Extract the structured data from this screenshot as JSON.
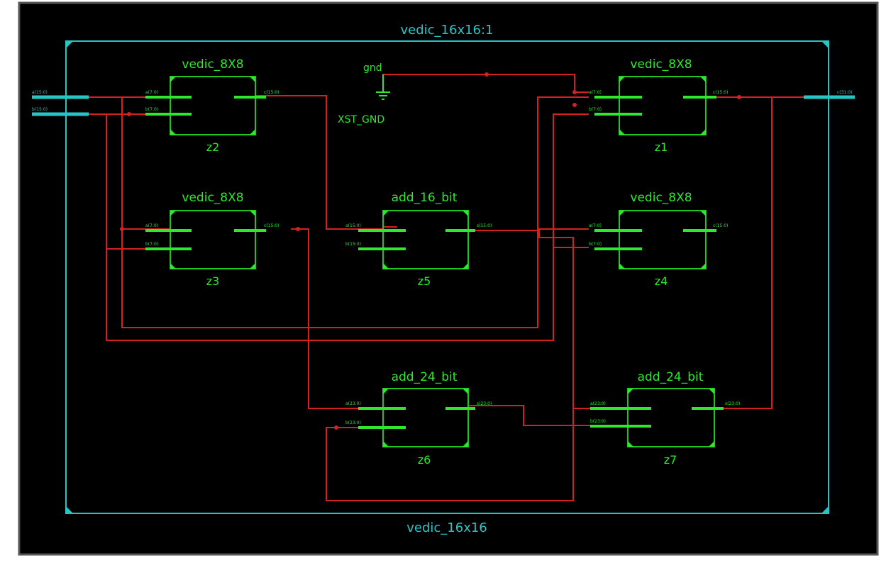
{
  "top_title": "vedic_16x16:1",
  "bottom_title": "vedic_16x16",
  "gnd": {
    "net": "gnd",
    "cell": "XST_GND"
  },
  "blocks": [
    {
      "id": "z2",
      "type": "vedic_8X8",
      "instance": "z2"
    },
    {
      "id": "z3",
      "type": "vedic_8X8",
      "instance": "z3"
    },
    {
      "id": "z5",
      "type": "add_16_bit",
      "instance": "z5"
    },
    {
      "id": "z1",
      "type": "vedic_8X8",
      "instance": "z1"
    },
    {
      "id": "z4",
      "type": "vedic_8X8",
      "instance": "z4"
    },
    {
      "id": "z6",
      "type": "add_24_bit",
      "instance": "z6"
    },
    {
      "id": "z7",
      "type": "add_24_bit",
      "instance": "z7"
    }
  ],
  "colors": {
    "background": "#000000",
    "frame": "#27c6c6",
    "block": "#2ee82e",
    "wire": "#d42020"
  }
}
